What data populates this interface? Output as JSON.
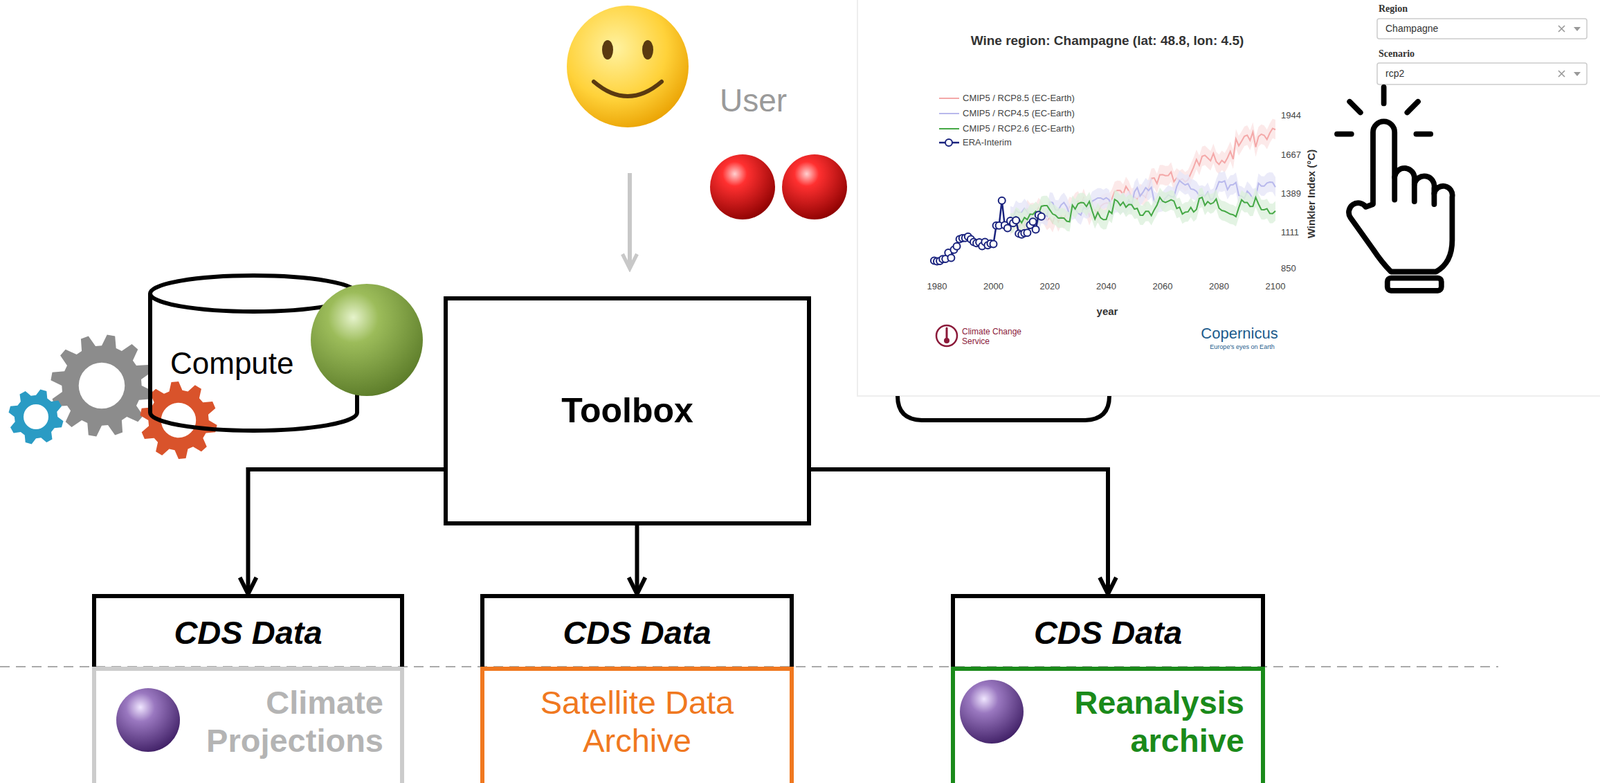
{
  "diagram": {
    "nodes": [
      {
        "text": [
          "Compute"
        ]
      },
      {
        "text": [
          "Toolbox"
        ]
      },
      {
        "text": [
          "CDS Data"
        ]
      },
      {
        "text": [
          "Climate Projections"
        ]
      },
      {
        "text": [
          "CDS Data"
        ]
      },
      {
        "text": [
          "Satellite Data Archive"
        ]
      },
      {
        "text": [
          "CDS Data"
        ]
      },
      {
        "text": [
          "Reanalysis archive"
        ]
      }
    ],
    "edges": [
      {
        "from": 1,
        "to": 2,
        "arrow": "to"
      },
      {
        "from": 1,
        "to": 4,
        "arrow": "to"
      },
      {
        "from": 1,
        "to": 6,
        "arrow": "to"
      }
    ],
    "labels": [
      "User",
      "Wine region: Champagne (lat: 48.8, lon: 4.5)",
      "CMIP5 / RCP8.5 (EC-Earth)",
      "CMIP5 / RCP4.5 (EC-Earth)",
      "CMIP5 / RCP2.6 (EC-Earth)",
      "ERA-Interim",
      "1944",
      "1667",
      "1389",
      "1111",
      "850",
      "Winkler Index (°C)",
      "1980",
      "2000",
      "2020",
      "2040",
      "2060",
      "2080",
      "2100",
      "year",
      "Climate Change Service",
      "Copernicus",
      "Europe's eyes on Earth",
      "Region",
      "Champagne",
      "Scenario",
      "rcp2"
    ]
  }
}
